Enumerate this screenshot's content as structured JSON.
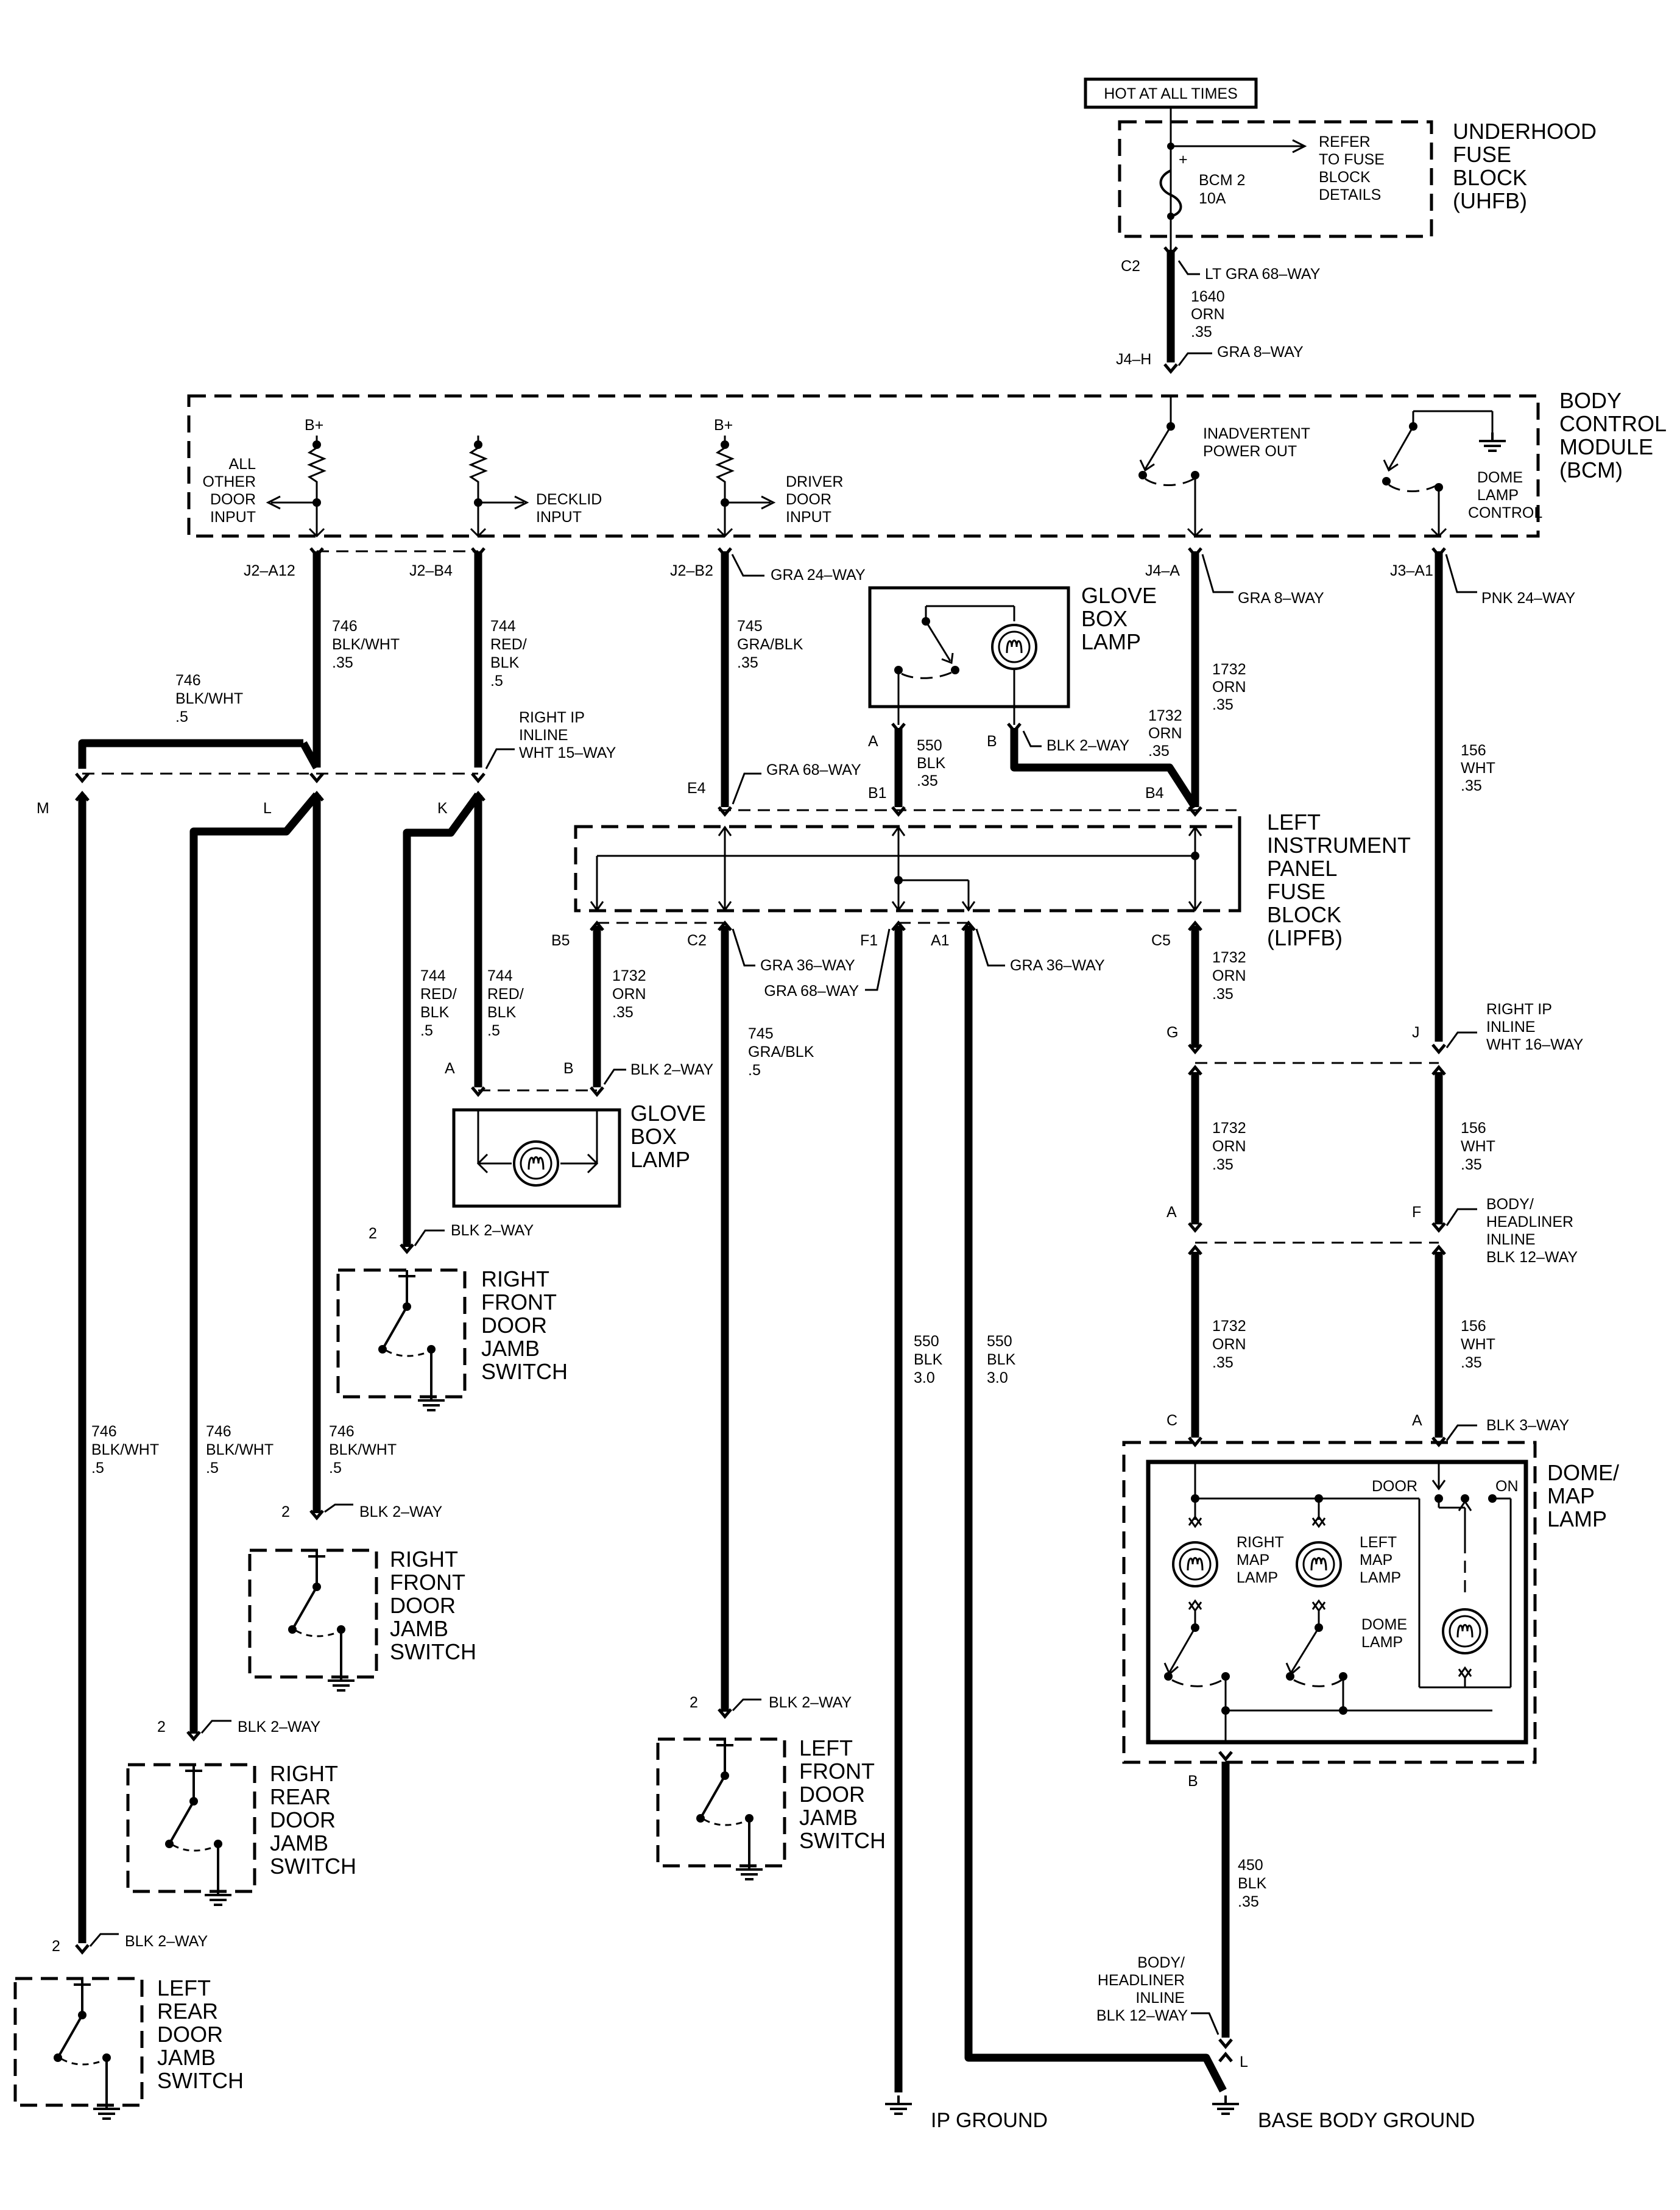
{
  "hot_label": "HOT AT ALL TIMES",
  "uhfb": {
    "name": [
      "UNDERHOOD",
      "FUSE",
      "BLOCK",
      "(UHFB)"
    ],
    "fuse": [
      "BCM 2",
      "10A"
    ],
    "refer": [
      "REFER",
      "TO FUSE",
      "BLOCK",
      "DETAILS"
    ],
    "plus": "+"
  },
  "w1640": {
    "conn_top": "C2",
    "conn_top_type": "LT GRA 68–WAY",
    "circuit": [
      "1640",
      "ORN",
      ".35"
    ],
    "conn_bot": "J4–H",
    "conn_bot_type": "GRA 8–WAY"
  },
  "bcm": {
    "name": [
      "BODY",
      "CONTROL",
      "MODULE",
      "(BCM)"
    ],
    "bplus": "B+",
    "all_other": [
      "ALL",
      "OTHER",
      "DOOR",
      "INPUT"
    ],
    "decklid": [
      "DECKLID",
      "INPUT"
    ],
    "driver": [
      "DRIVER",
      "DOOR",
      "INPUT"
    ],
    "inadvertent": [
      "INADVERTENT",
      "POWER OUT"
    ],
    "dome_ctrl": [
      "DOME",
      "LAMP",
      "CONTROL"
    ]
  },
  "bcm_pins": {
    "a12": "J2–A12",
    "b4": "J2–B4",
    "b2": "J2–B2",
    "b2_type": "GRA 24–WAY",
    "j4a": "J4–A",
    "j4a_type": "GRA 8–WAY",
    "j3a1": "J3–A1",
    "j3a1_type": "PNK 24–WAY"
  },
  "circuits": {
    "c746": [
      "746",
      "BLK/WHT",
      ".35"
    ],
    "c746_left": [
      "746",
      "BLK/WHT",
      ".5"
    ],
    "c744": [
      "744",
      "RED/",
      "BLK",
      ".5"
    ],
    "c745": [
      "745",
      "GRA/BLK",
      ".35"
    ],
    "c745_low": [
      "745",
      "GRA/BLK",
      ".5"
    ],
    "c1732_top": [
      "1732",
      "ORN",
      ".35"
    ],
    "c1732_mid": [
      "1732",
      "ORN",
      ".35"
    ],
    "c550": [
      "550",
      "BLK",
      ".35"
    ],
    "c550_big": [
      "550",
      "BLK",
      "3.0"
    ],
    "c156": [
      "156",
      "WHT",
      ".35"
    ],
    "c1732_lipfb": [
      "1732",
      "ORN",
      ".35"
    ],
    "c450": [
      "450",
      "BLK",
      ".35"
    ]
  },
  "right_ip_inline": [
    "RIGHT IP",
    "INLINE",
    "WHT 15–WAY"
  ],
  "pins_inline15": {
    "m": "M",
    "l": "L",
    "k": "K"
  },
  "glove_top": {
    "name": [
      "GLOVE",
      "BOX",
      "LAMP"
    ],
    "a": "A",
    "b": "B",
    "type": "BLK 2–WAY"
  },
  "lipfb": {
    "name": [
      "LEFT",
      "INSTRUMENT",
      "PANEL",
      "FUSE",
      "BLOCK",
      "(LIPFB)"
    ],
    "e4": "E4",
    "e4_type": "GRA 68–WAY",
    "b1": "B1",
    "b4": "B4",
    "b5": "B5",
    "c2": "C2",
    "c2_type": "GRA 36–WAY",
    "f1": "F1",
    "f1_type": "GRA 68–WAY",
    "a1": "A1",
    "a1_type": "GRA 36–WAY",
    "c5": "C5"
  },
  "glove_low": {
    "name": [
      "GLOVE",
      "BOX",
      "LAMP"
    ],
    "a": "A",
    "b": "B",
    "type": "BLK 2–WAY"
  },
  "right_ip_16": {
    "label": [
      "RIGHT IP",
      "INLINE",
      "WHT 16–WAY"
    ],
    "g": "G",
    "j": "J"
  },
  "body_hl_12": {
    "label": [
      "BODY/",
      "HEADLINER",
      "INLINE",
      "BLK 12–WAY"
    ],
    "a": "A",
    "f": "F"
  },
  "dome_conn": {
    "c": "C",
    "a": "A",
    "type": "BLK 3–WAY",
    "b": "B"
  },
  "dome": {
    "name": [
      "DOME/",
      "MAP",
      "LAMP"
    ],
    "door": "DOOR",
    "on": "ON",
    "right_map": [
      "RIGHT",
      "MAP",
      "LAMP"
    ],
    "left_map": [
      "LEFT",
      "MAP",
      "LAMP"
    ],
    "dome_lamp": [
      "DOME",
      "LAMP"
    ]
  },
  "switches": {
    "blk2": "BLK 2–WAY",
    "pin2": "2",
    "rf1": [
      "RIGHT",
      "FRONT",
      "DOOR",
      "JAMB",
      "SWITCH"
    ],
    "rf2": [
      "RIGHT",
      "FRONT",
      "DOOR",
      "JAMB",
      "SWITCH"
    ],
    "rr": [
      "RIGHT",
      "REAR",
      "DOOR",
      "JAMB",
      "SWITCH"
    ],
    "lr": [
      "LEFT",
      "REAR",
      "DOOR",
      "JAMB",
      "SWITCH"
    ],
    "lf": [
      "LEFT",
      "FRONT",
      "DOOR",
      "JAMB",
      "SWITCH"
    ]
  },
  "body_hl_l": {
    "label": [
      "BODY/",
      "HEADLINER",
      "INLINE",
      "BLK 12–WAY"
    ],
    "l": "L"
  },
  "grounds": {
    "ip": "IP GROUND",
    "base": "BASE BODY GROUND"
  }
}
